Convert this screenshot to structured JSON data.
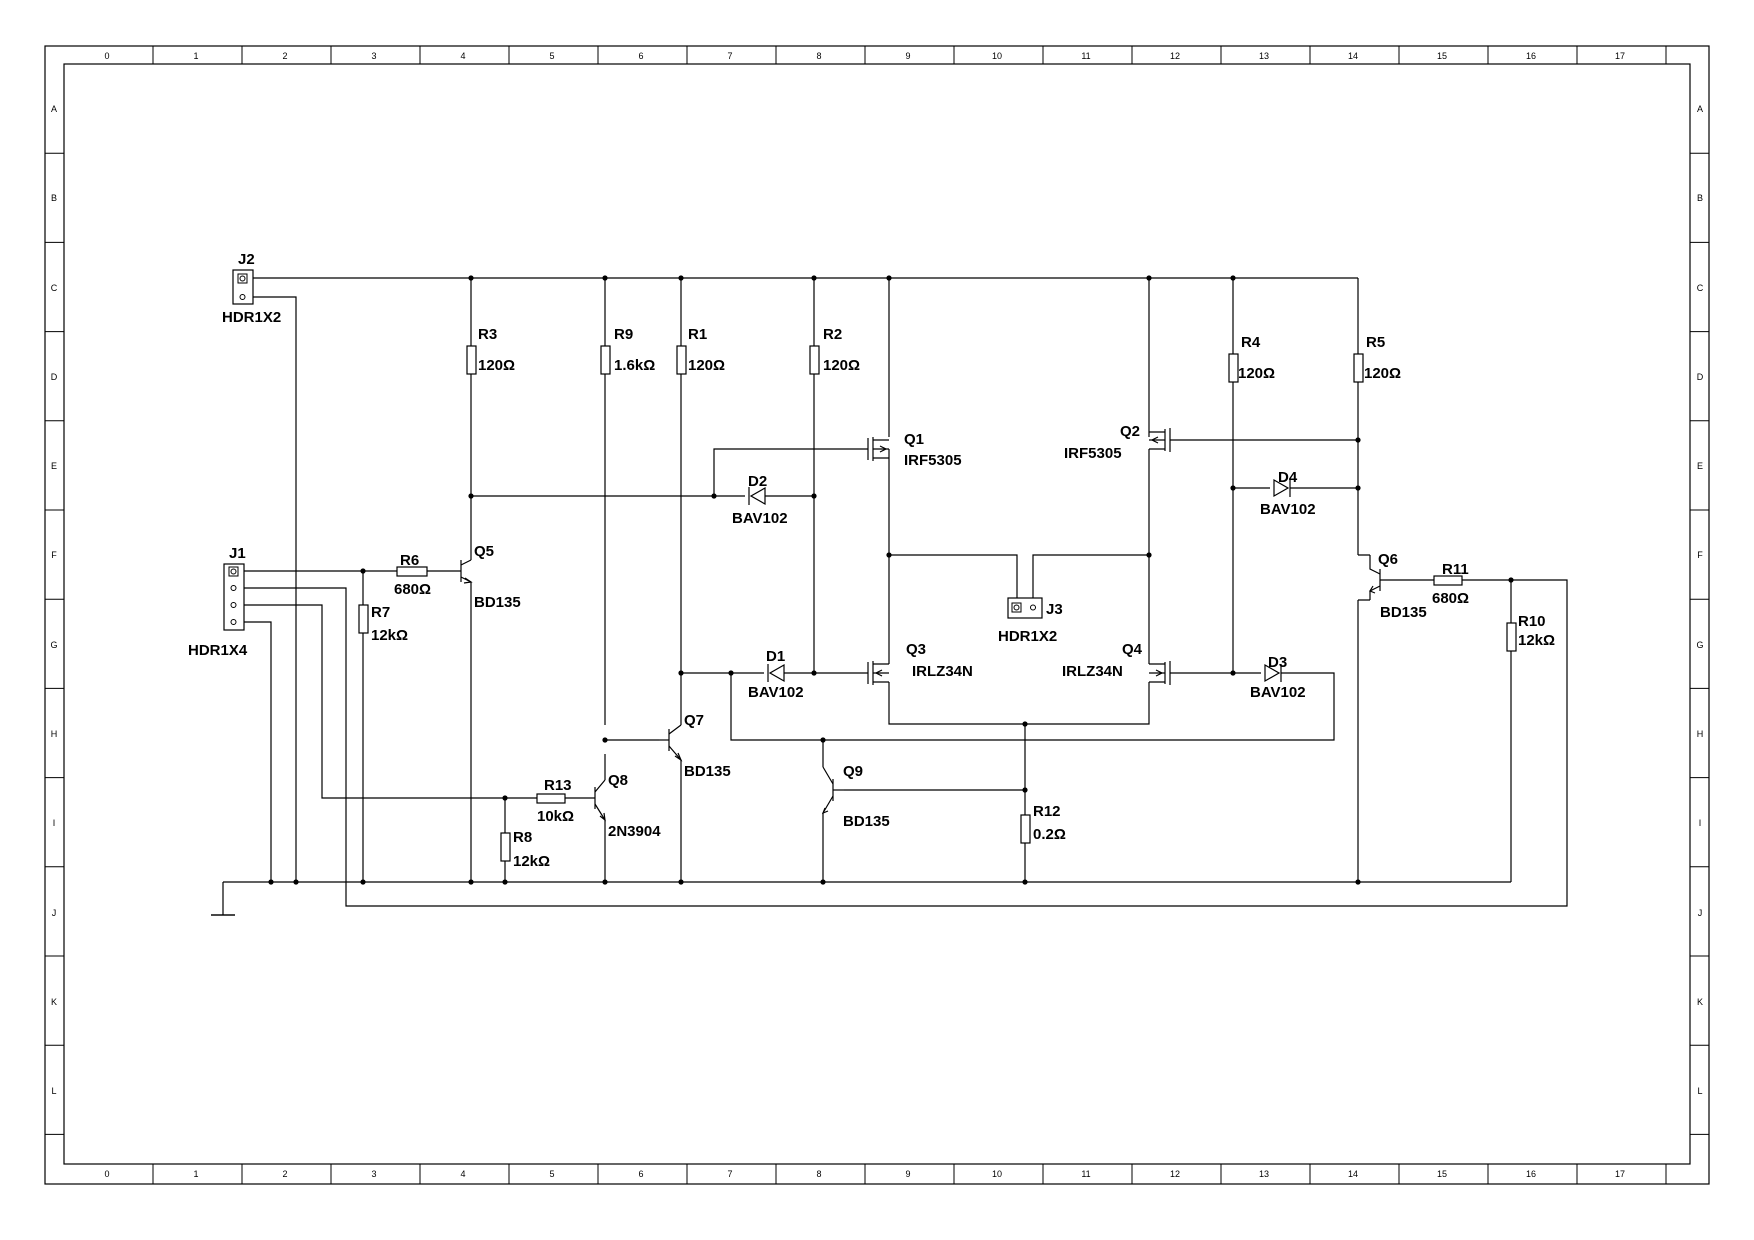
{
  "frame": {
    "columns": [
      "0",
      "1",
      "2",
      "3",
      "4",
      "5",
      "6",
      "7",
      "8",
      "9",
      "10",
      "11",
      "12",
      "13",
      "14",
      "15",
      "16",
      "17"
    ],
    "rows": [
      "A",
      "B",
      "C",
      "D",
      "E",
      "F",
      "G",
      "H",
      "I",
      "J",
      "K",
      "L"
    ]
  },
  "components": {
    "J1": {
      "ref": "J1",
      "value": "HDR1X4"
    },
    "J2": {
      "ref": "J2",
      "value": "HDR1X2"
    },
    "J3": {
      "ref": "J3",
      "value": "HDR1X2"
    },
    "R1": {
      "ref": "R1",
      "value": "120Ω"
    },
    "R2": {
      "ref": "R2",
      "value": "120Ω"
    },
    "R3": {
      "ref": "R3",
      "value": "120Ω"
    },
    "R4": {
      "ref": "R4",
      "value": "120Ω"
    },
    "R5": {
      "ref": "R5",
      "value": "120Ω"
    },
    "R6": {
      "ref": "R6",
      "value": "680Ω"
    },
    "R7": {
      "ref": "R7",
      "value": "12kΩ"
    },
    "R8": {
      "ref": "R8",
      "value": "12kΩ"
    },
    "R9": {
      "ref": "R9",
      "value": "1.6kΩ"
    },
    "R10": {
      "ref": "R10",
      "value": "12kΩ"
    },
    "R11": {
      "ref": "R11",
      "value": "680Ω"
    },
    "R12": {
      "ref": "R12",
      "value": "0.2Ω"
    },
    "R13": {
      "ref": "R13",
      "value": "10kΩ"
    },
    "D1": {
      "ref": "D1",
      "value": "BAV102"
    },
    "D2": {
      "ref": "D2",
      "value": "BAV102"
    },
    "D3": {
      "ref": "D3",
      "value": "BAV102"
    },
    "D4": {
      "ref": "D4",
      "value": "BAV102"
    },
    "Q1": {
      "ref": "Q1",
      "value": "IRF5305"
    },
    "Q2": {
      "ref": "Q2",
      "value": "IRF5305"
    },
    "Q3": {
      "ref": "Q3",
      "value": "IRLZ34N"
    },
    "Q4": {
      "ref": "Q4",
      "value": "IRLZ34N"
    },
    "Q5": {
      "ref": "Q5",
      "value": "BD135"
    },
    "Q6": {
      "ref": "Q6",
      "value": "BD135"
    },
    "Q7": {
      "ref": "Q7",
      "value": "BD135"
    },
    "Q8": {
      "ref": "Q8",
      "value": "2N3904"
    },
    "Q9": {
      "ref": "Q9",
      "value": "BD135"
    }
  }
}
